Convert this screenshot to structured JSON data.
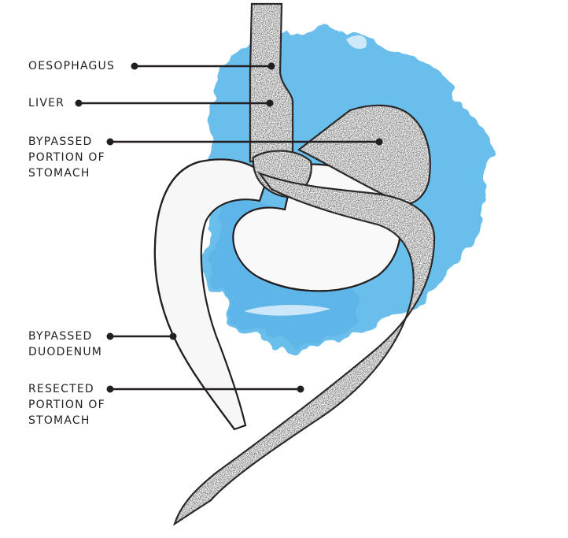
{
  "colors": {
    "ink": "#231f20",
    "watercolor_blue": "#4fb3e8",
    "organ_fill": "#f7f7f7"
  },
  "labels": {
    "oesophagus": "OESOPHAGUS",
    "liver": "LIVER",
    "bypassed_stomach": "BYPASSED\nPORTION OF\nSTOMACH",
    "bypassed_duodenum": "BYPASSED\nDUODENUM",
    "resected_stomach": "RESECTED\nPORTION OF\nSTOMACH"
  }
}
